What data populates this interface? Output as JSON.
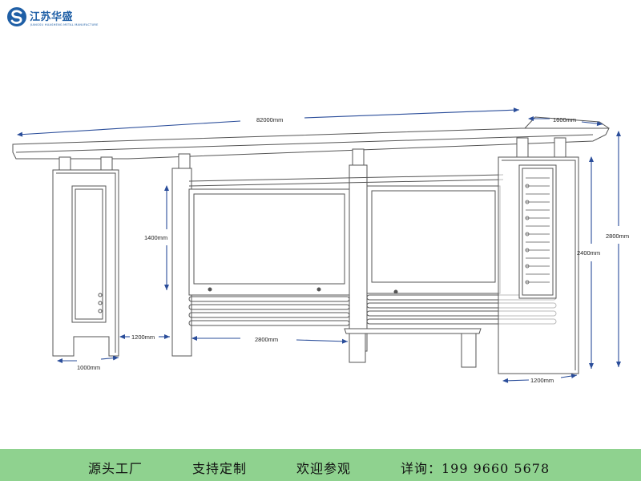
{
  "brand": {
    "name": "江苏华盛",
    "subtitle": "JIANGSU HUASHENG METAL MANUFACTURE",
    "color": "#1f5fa6"
  },
  "dimensions": {
    "total_length": "82000mm",
    "roof_overhang": "1600mm",
    "total_height": "2800mm",
    "side_column_height": "2400mm",
    "poster_height": "1400mm",
    "bench_length": "2800mm",
    "gap_width": "1200mm",
    "column_width": "1000mm",
    "right_column_width": "1200mm"
  },
  "footer": {
    "item1": "源头工厂",
    "item2": "支持定制",
    "item3": "欢迎参观",
    "item4": "详询：199 9660 5678",
    "background": "#8fd28f"
  },
  "colors": {
    "line": "#555555",
    "dim_arrow": "#2a4d9a"
  }
}
